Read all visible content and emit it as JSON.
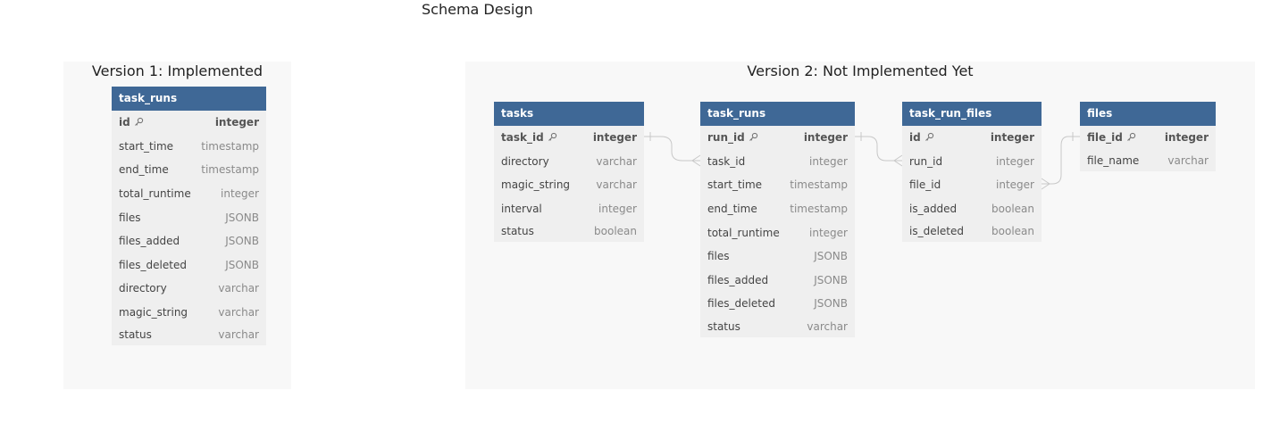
{
  "title": "Schema Design",
  "colors": {
    "header": "#3f6896",
    "table_bg": "#efefef",
    "group_bg": "#f8f8f8",
    "connector": "#c8c8c8"
  },
  "groups": [
    {
      "title": "Version 1: Implemented"
    },
    {
      "title": "Version 2: Not Implemented Yet"
    }
  ],
  "tables": {
    "v1_task_runs": {
      "name": "task_runs",
      "columns": [
        {
          "name": "id",
          "type": "integer",
          "pk": true
        },
        {
          "name": "start_time",
          "type": "timestamp"
        },
        {
          "name": "end_time",
          "type": "timestamp"
        },
        {
          "name": "total_runtime",
          "type": "integer"
        },
        {
          "name": "files",
          "type": "JSONB"
        },
        {
          "name": "files_added",
          "type": "JSONB"
        },
        {
          "name": "files_deleted",
          "type": "JSONB"
        },
        {
          "name": "directory",
          "type": "varchar"
        },
        {
          "name": "magic_string",
          "type": "varchar"
        },
        {
          "name": "status",
          "type": "varchar"
        }
      ]
    },
    "tasks": {
      "name": "tasks",
      "columns": [
        {
          "name": "task_id",
          "type": "integer",
          "pk": true
        },
        {
          "name": "directory",
          "type": "varchar"
        },
        {
          "name": "magic_string",
          "type": "varchar"
        },
        {
          "name": "interval",
          "type": "integer"
        },
        {
          "name": "status",
          "type": "boolean"
        }
      ]
    },
    "v2_task_runs": {
      "name": "task_runs",
      "columns": [
        {
          "name": "run_id",
          "type": "integer",
          "pk": true
        },
        {
          "name": "task_id",
          "type": "integer"
        },
        {
          "name": "start_time",
          "type": "timestamp"
        },
        {
          "name": "end_time",
          "type": "timestamp"
        },
        {
          "name": "total_runtime",
          "type": "integer"
        },
        {
          "name": "files",
          "type": "JSONB"
        },
        {
          "name": "files_added",
          "type": "JSONB"
        },
        {
          "name": "files_deleted",
          "type": "JSONB"
        },
        {
          "name": "status",
          "type": "varchar"
        }
      ]
    },
    "task_run_files": {
      "name": "task_run_files",
      "columns": [
        {
          "name": "id",
          "type": "integer",
          "pk": true
        },
        {
          "name": "run_id",
          "type": "integer"
        },
        {
          "name": "file_id",
          "type": "integer"
        },
        {
          "name": "is_added",
          "type": "boolean"
        },
        {
          "name": "is_deleted",
          "type": "boolean"
        }
      ]
    },
    "files": {
      "name": "files",
      "columns": [
        {
          "name": "file_id",
          "type": "integer",
          "pk": true
        },
        {
          "name": "file_name",
          "type": "varchar"
        }
      ]
    }
  },
  "relationships": [
    {
      "from": "tasks.task_id",
      "to": "task_runs.task_id"
    },
    {
      "from": "task_runs.run_id",
      "to": "task_run_files.run_id"
    },
    {
      "from": "files.file_id",
      "to": "task_run_files.file_id"
    }
  ]
}
